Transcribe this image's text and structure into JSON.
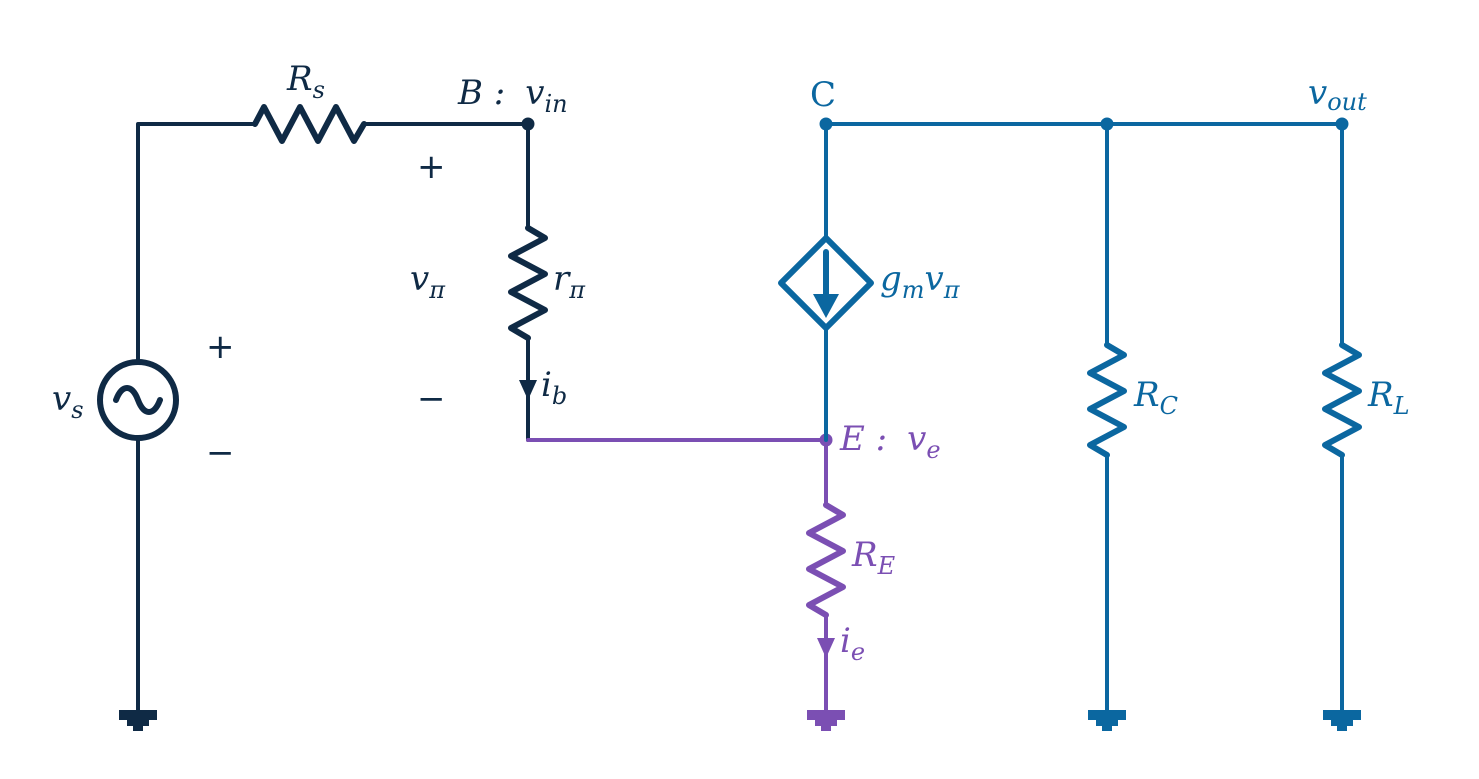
{
  "colors": {
    "input": "#0f2a45",
    "output": "#0b67a0",
    "emitter": "#7b4fb3"
  },
  "labels": {
    "vs": "v",
    "vs_sub": "s",
    "rs": "R",
    "rs_sub": "s",
    "base_node": "B :",
    "vin": "v",
    "vin_sub": "in",
    "vpi": "v",
    "vpi_sub": "π",
    "rpi": "r",
    "rpi_sub": "π",
    "ib": "i",
    "ib_sub": "b",
    "collector_node": "C",
    "gm": "g",
    "gm_sub": "m",
    "gm_v": "v",
    "gm_v_sub": "π",
    "emitter_node": "E :",
    "ve": "v",
    "ve_sub": "e",
    "re": "R",
    "re_sub": "E",
    "ie": "i",
    "ie_sub": "e",
    "rc": "R",
    "rc_sub": "C",
    "rl": "R",
    "rl_sub": "L",
    "vout": "v",
    "vout_sub": "out",
    "plus_source": "+",
    "minus_source": "−",
    "plus_vpi": "+",
    "minus_vpi": "−"
  }
}
